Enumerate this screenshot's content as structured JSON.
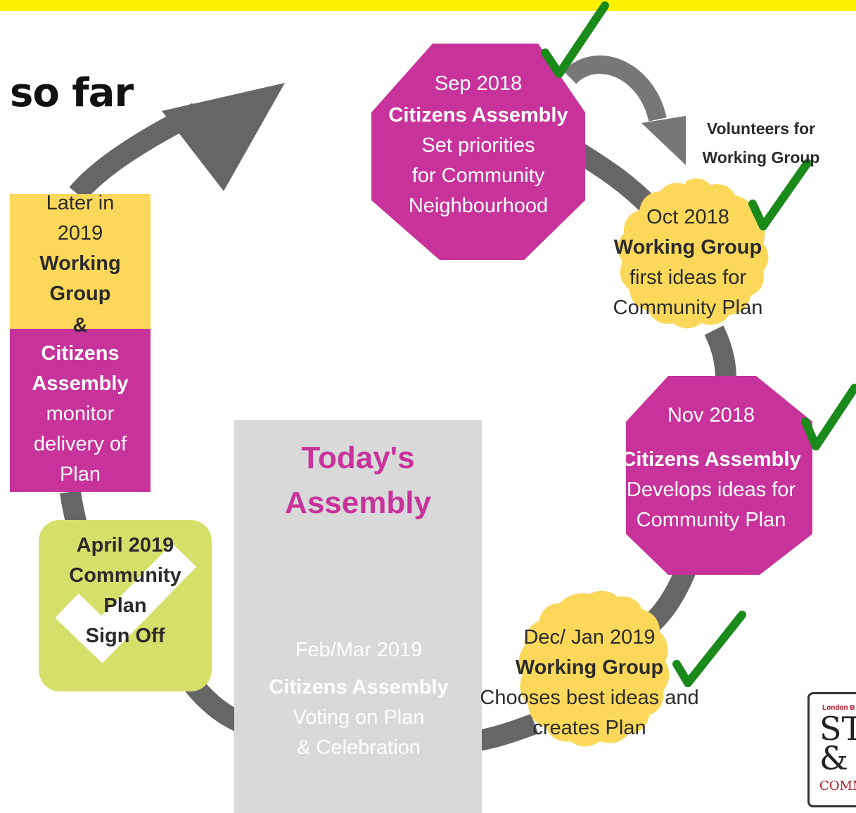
{
  "header": {
    "title": "so far"
  },
  "colors": {
    "magenta": "#c8339b",
    "yellow": "#fbd85a",
    "lime": "#d4e06a",
    "arrow": "#666666",
    "check": "#1a8a1a",
    "topbar": "#fff200"
  },
  "nodes": {
    "sep2018": {
      "date": "Sep 2018",
      "title": "Citizens Assembly",
      "l1": "Set priorities",
      "l2": "for Community",
      "l3": "Neighbourhood"
    },
    "oct2018": {
      "date": "Oct 2018",
      "title": "Working Group",
      "l1": "first ideas for",
      "l2": "Community Plan"
    },
    "nov2018": {
      "date": "Nov 2018",
      "title": "Citizens Assembly",
      "l1": "Develops ideas for",
      "l2": "Community Plan"
    },
    "dec2019": {
      "date": "Dec/ Jan 2019",
      "title": "Working Group",
      "l1": "Chooses best ideas and",
      "l2": "creates Plan"
    },
    "feb2019": {
      "date": "Feb/Mar 2019",
      "title": "Citizens Assembly",
      "l1": "Voting on Plan",
      "l2": "& Celebration"
    },
    "apr2019": {
      "l1": "April 2019",
      "l2": "Community",
      "l3": "Plan",
      "l4": "Sign Off"
    },
    "later": {
      "l1": "Later in",
      "l2": "2019",
      "l3": "Working",
      "l4": "Group",
      "l5": "&",
      "l6": "Citizens",
      "l7": "Assembly",
      "l8": "monitor",
      "l9": "delivery of",
      "l10": "Plan"
    }
  },
  "volunteers": {
    "l1": "Volunteers for",
    "l2": "Working Group"
  },
  "today": {
    "l1": "Today's",
    "l2": "Assembly"
  },
  "logo": {
    "l1": "London B",
    "l2": "ST\n& V",
    "l3": "COMM"
  }
}
